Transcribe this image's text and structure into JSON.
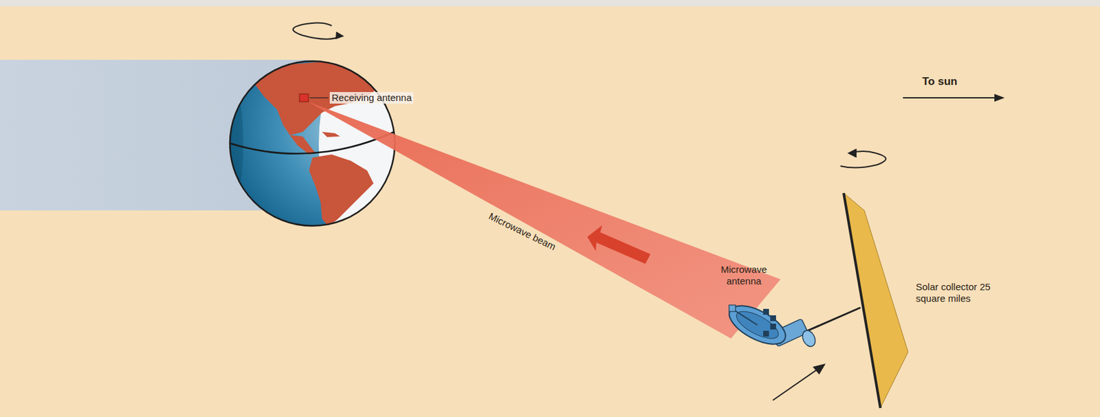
{
  "diagram": {
    "labels": [
      "Receiving antenna",
      "Microwave beam",
      "Microwave antenna",
      "Solar collector 25 square miles",
      "To sun"
    ]
  }
}
